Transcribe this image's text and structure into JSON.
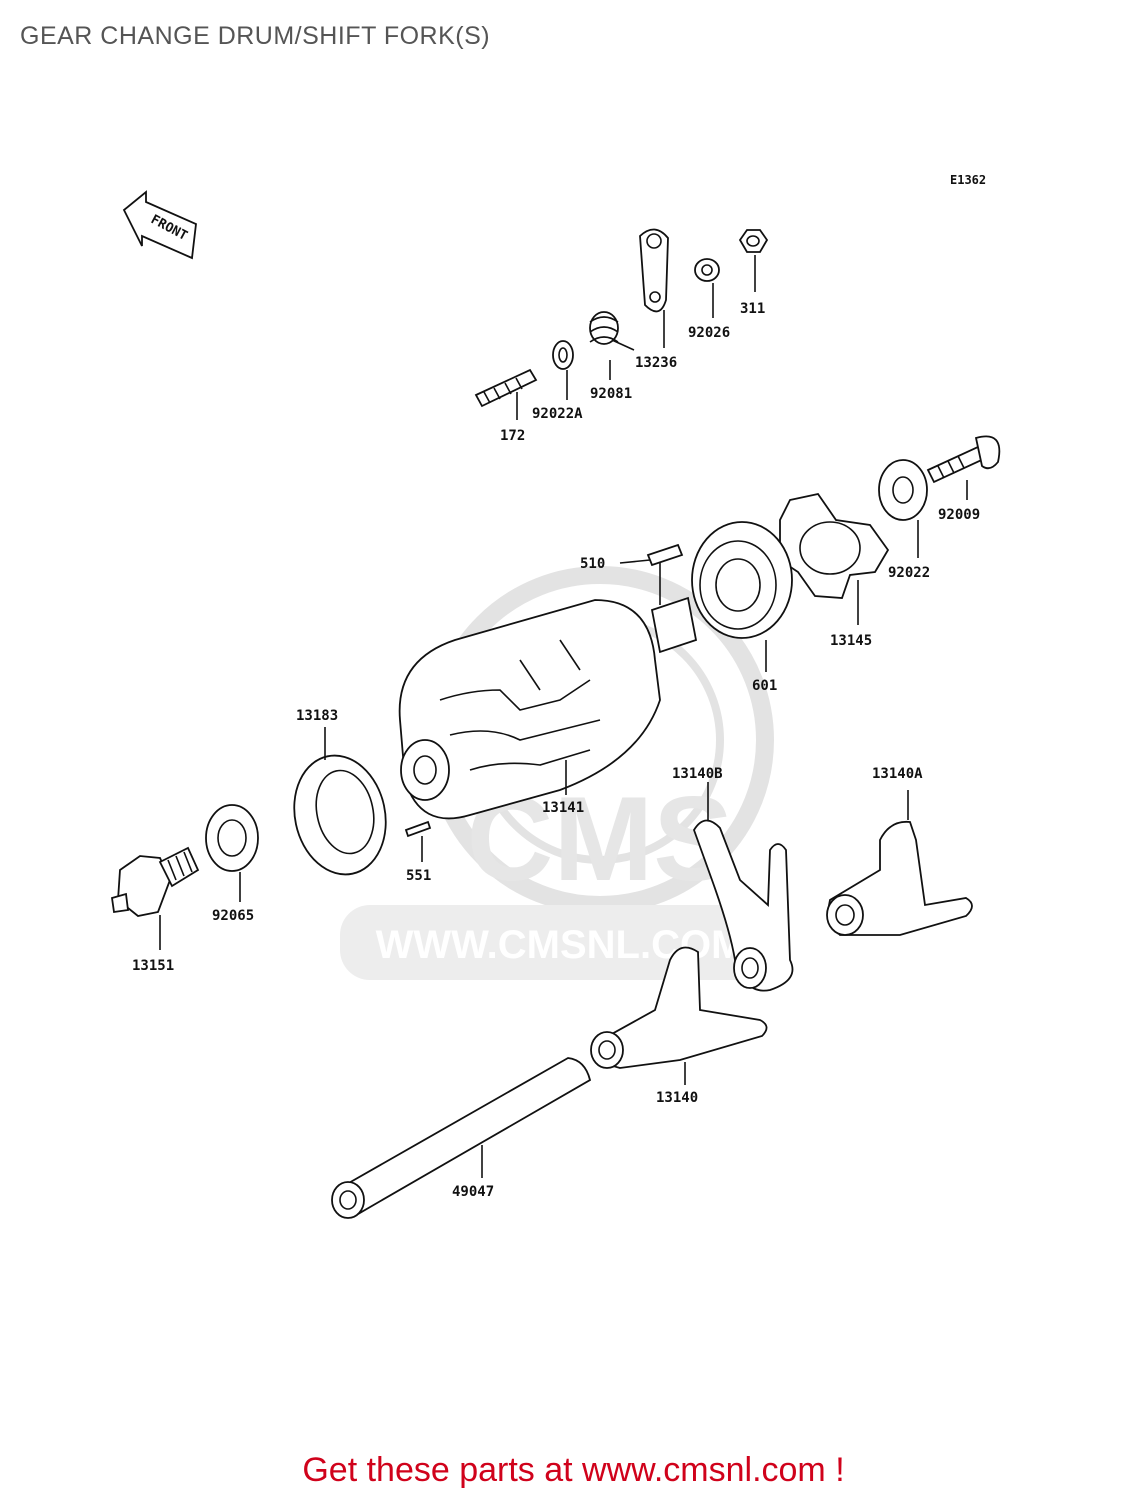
{
  "header": {
    "title": "GEAR CHANGE DRUM/SHIFT FORK(S)"
  },
  "diagram": {
    "code": "E1362",
    "front_arrow": "FRONT",
    "watermark": {
      "brand": "CMS",
      "url": "WWW.CMSNL.COM"
    },
    "parts": [
      {
        "id": "p311",
        "label": "311"
      },
      {
        "id": "p92026",
        "label": "92026"
      },
      {
        "id": "p13236",
        "label": "13236"
      },
      {
        "id": "p92081",
        "label": "92081"
      },
      {
        "id": "p92022A",
        "label": "92022A"
      },
      {
        "id": "p172",
        "label": "172"
      },
      {
        "id": "p92009",
        "label": "92009"
      },
      {
        "id": "p92022",
        "label": "92022"
      },
      {
        "id": "p13145",
        "label": "13145"
      },
      {
        "id": "p510",
        "label": "510"
      },
      {
        "id": "p601",
        "label": "601"
      },
      {
        "id": "p13183",
        "label": "13183"
      },
      {
        "id": "p13141",
        "label": "13141"
      },
      {
        "id": "p13140B",
        "label": "13140B"
      },
      {
        "id": "p13140A",
        "label": "13140A"
      },
      {
        "id": "p551",
        "label": "551"
      },
      {
        "id": "p92065",
        "label": "92065"
      },
      {
        "id": "p13151",
        "label": "13151"
      },
      {
        "id": "p13140",
        "label": "13140"
      },
      {
        "id": "p49047",
        "label": "49047"
      }
    ]
  },
  "footer": {
    "link_text": "Get these parts at www.cmsnl.com !"
  },
  "colors": {
    "footer_link": "#d0021b",
    "title": "#555555",
    "watermark": "#e3e3e3"
  }
}
